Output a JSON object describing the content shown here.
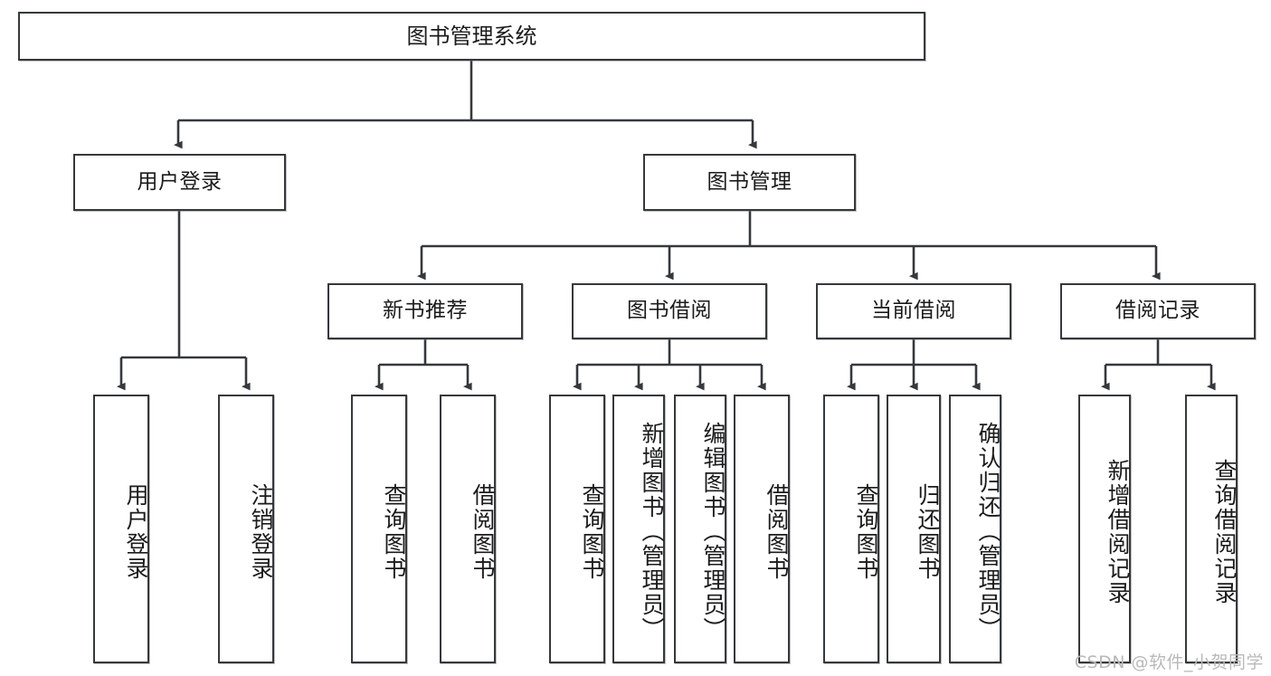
{
  "diagram": {
    "title": "图书管理系统",
    "type": "hierarchy-tree",
    "root": {
      "label": "图书管理系统"
    },
    "level2": [
      {
        "label": "用户登录"
      },
      {
        "label": "图书管理"
      }
    ],
    "level3": [
      {
        "label": "新书推荐"
      },
      {
        "label": "图书借阅"
      },
      {
        "label": "当前借阅"
      },
      {
        "label": "借阅记录"
      }
    ],
    "leaves": {
      "user_login": [
        {
          "label": "用户登录"
        },
        {
          "label": "注销登录"
        }
      ],
      "new_book_recommend": [
        {
          "label": "查询图书"
        },
        {
          "label": "借阅图书"
        }
      ],
      "book_borrow": [
        {
          "label": "查询图书"
        },
        {
          "label": "新增图书（管理员）"
        },
        {
          "label": "编辑图书（管理员）"
        },
        {
          "label": "借阅图书"
        }
      ],
      "current_borrow": [
        {
          "label": "查询图书"
        },
        {
          "label": "归还图书"
        },
        {
          "label": "确认归还（管理员）"
        }
      ],
      "borrow_record": [
        {
          "label": "新增借阅记录"
        },
        {
          "label": "查询借阅记录"
        }
      ]
    }
  },
  "watermark": {
    "text": "CSDN @软件_小贺同学"
  },
  "colors": {
    "stroke": "#35383c",
    "text": "#1b1b1b",
    "background": "#ffffff",
    "watermark": "#b9b9b9"
  }
}
